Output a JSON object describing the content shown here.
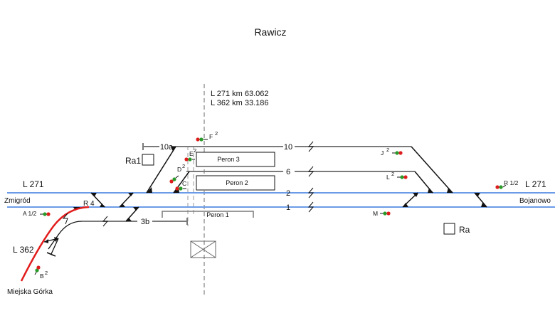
{
  "station": {
    "name": "Rawicz",
    "km_labels": [
      "L 271 km  63.062",
      "L 362 km  33.186"
    ]
  },
  "lines": {
    "left_line": "L 271",
    "right_line": "L 271",
    "branch_line": "L 362"
  },
  "directions": {
    "left": "Zmigród",
    "right": "Bojanowo",
    "branch": "Miejska Górka"
  },
  "tracks": [
    {
      "id": "10",
      "label": "10"
    },
    {
      "id": "6",
      "label": "6"
    },
    {
      "id": "2",
      "label": "2"
    },
    {
      "id": "1",
      "label": "1"
    },
    {
      "id": "10a",
      "label": "10a"
    },
    {
      "id": "3b",
      "label": "3b"
    }
  ],
  "platforms": [
    {
      "label": "Peron 3"
    },
    {
      "label": "Peron 2"
    },
    {
      "label": "Peron 1"
    }
  ],
  "signals": [
    {
      "id": "F",
      "label": "F",
      "sup": "2"
    },
    {
      "id": "E",
      "label": "E",
      "sup": "2"
    },
    {
      "id": "D",
      "label": "D",
      "sup": "2"
    },
    {
      "id": "C",
      "label": "C",
      "sup": ""
    },
    {
      "id": "A",
      "label": "A 1/2",
      "sup": ""
    },
    {
      "id": "B",
      "label": "B",
      "sup": "2"
    },
    {
      "id": "R4",
      "label": "R 4",
      "sup": ""
    },
    {
      "id": "J",
      "label": "J",
      "sup": "2"
    },
    {
      "id": "L",
      "label": "L",
      "sup": "2"
    },
    {
      "id": "M",
      "label": "M",
      "sup": ""
    },
    {
      "id": "R12",
      "label": "R 1/2",
      "sup": ""
    }
  ],
  "posts": [
    {
      "label": "Ra1"
    },
    {
      "label": "Ra"
    }
  ],
  "colors": {
    "main_track": "#6a9be6",
    "side_track": "#7a7a7a",
    "branch_track": "#e21b1b",
    "signal_red": "#dd1d1d",
    "signal_green": "#2a9a2a",
    "axis": "#9a9a9a"
  }
}
